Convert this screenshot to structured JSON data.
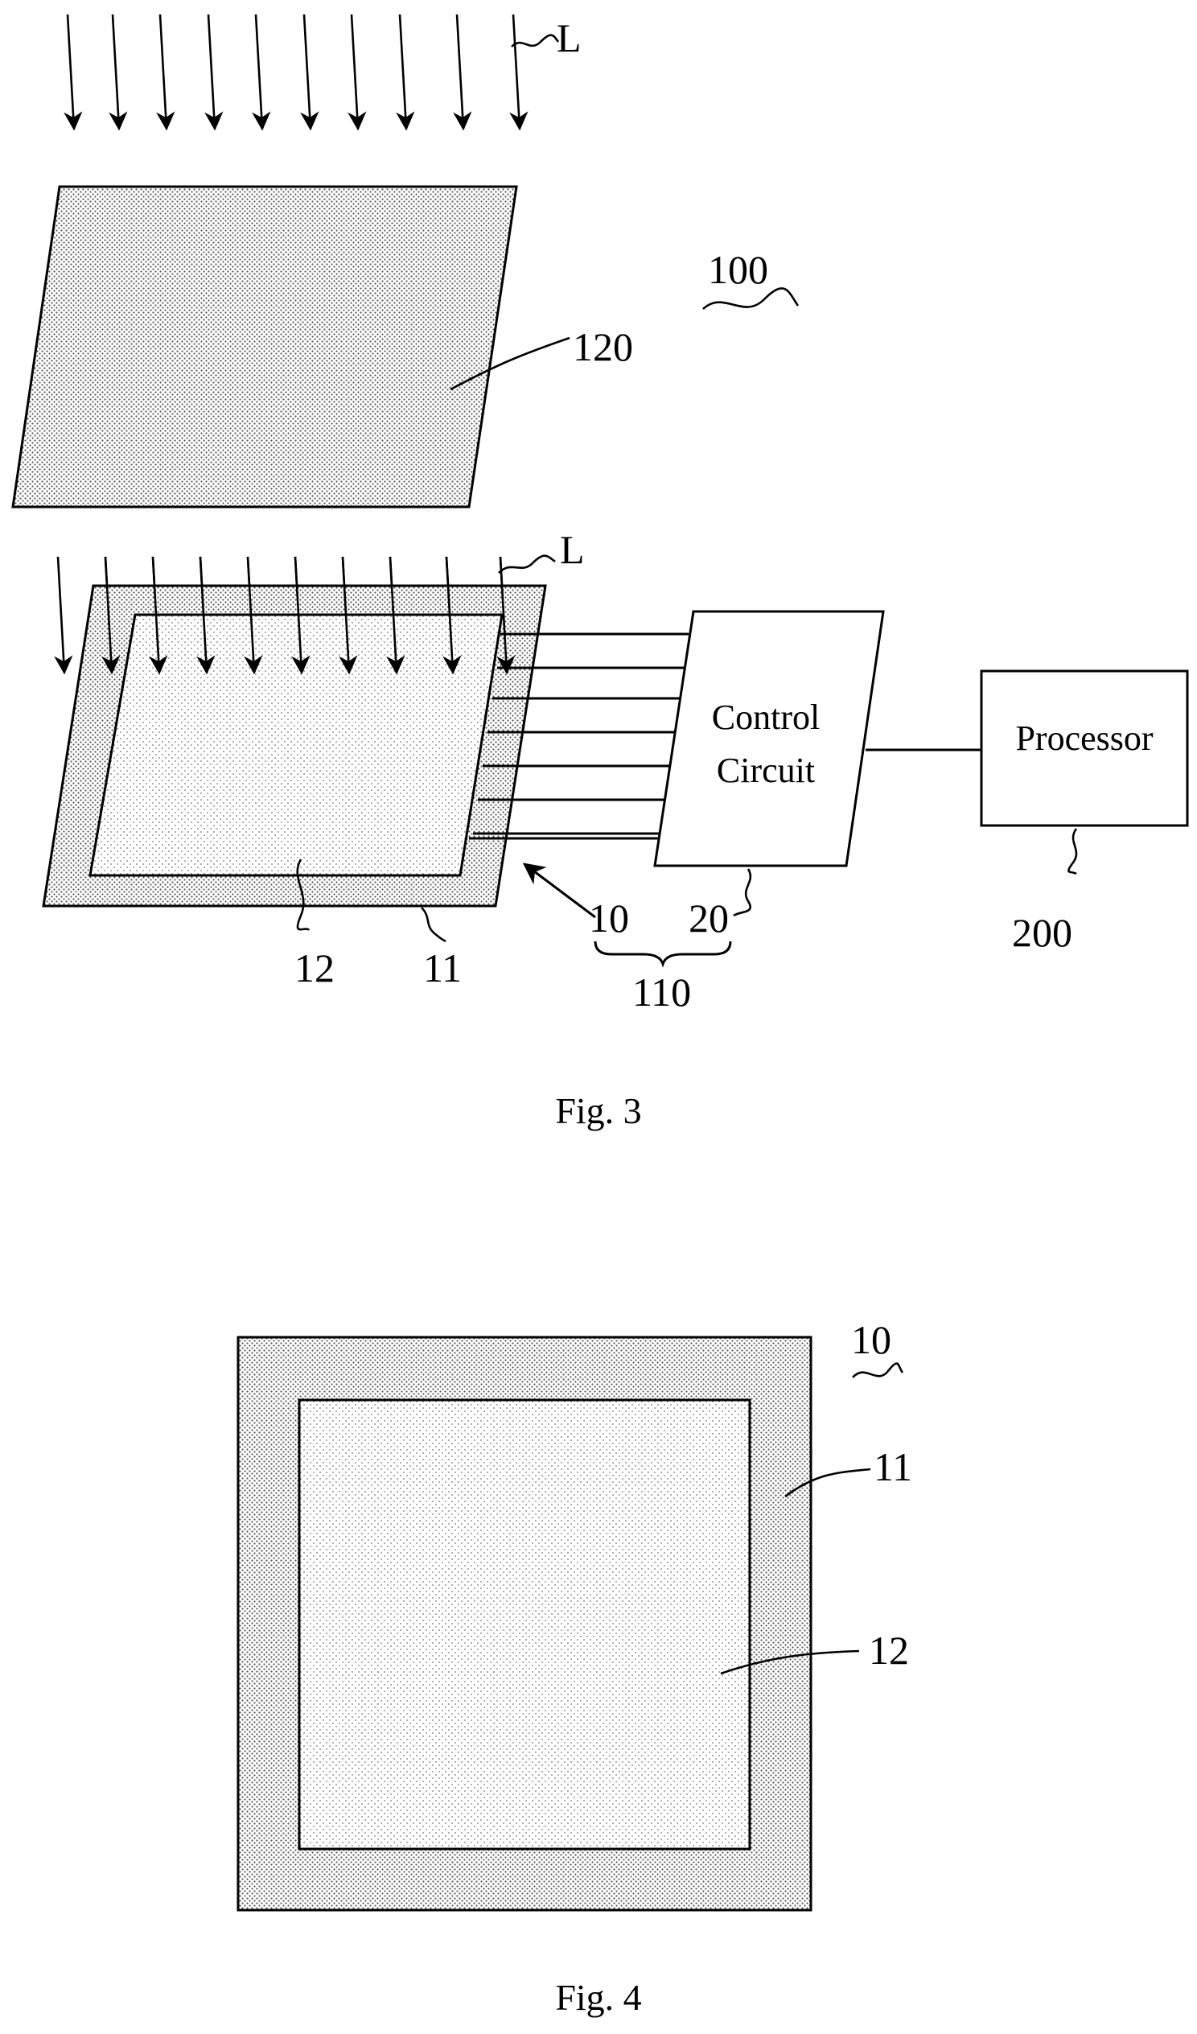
{
  "fig3": {
    "caption": "Fig. 3",
    "light_label_top": "L",
    "light_label_mid": "L",
    "ref_100": "100",
    "ref_120": "120",
    "ref_10": "10",
    "ref_20": "20",
    "ref_110": "110",
    "ref_11": "11",
    "ref_12": "12",
    "ref_200": "200",
    "control_circuit_line1": "Control",
    "control_circuit_line2": "Circuit",
    "processor_label": "Processor"
  },
  "fig4": {
    "caption": "Fig. 4",
    "ref_10": "10",
    "ref_11": "11",
    "ref_12": "12"
  },
  "colors": {
    "line": "#000000",
    "background": "#ffffff"
  }
}
